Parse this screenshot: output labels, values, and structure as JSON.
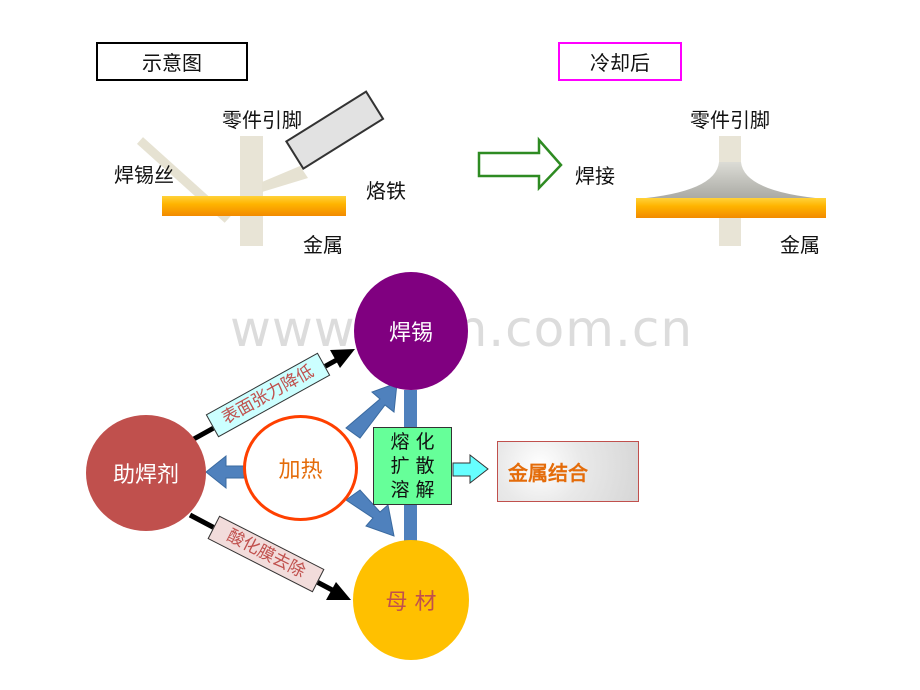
{
  "top_left": {
    "title": "示意图",
    "pin_label": "零件引脚",
    "solder_wire": "焊锡丝",
    "iron": "烙铁",
    "metal": "金属"
  },
  "top_right": {
    "title": "冷却后",
    "pin_label": "零件引脚",
    "joint": "焊接",
    "metal": "金属"
  },
  "watermark": "www.zixin.com.cn",
  "diagram": {
    "solder": "焊锡",
    "flux": "助焊剂",
    "heating": "加热",
    "base": "母 材",
    "process": [
      "熔 化",
      "扩 散",
      "溶 解"
    ],
    "result": "金属结合",
    "arrow_top": "表面张力降低",
    "arrow_bottom": "酸化膜去除"
  },
  "colors": {
    "solder_circle": "#800080",
    "flux_circle": "#c0504d",
    "base_circle": "#ffc000",
    "heating_ring": "#ff4000",
    "process_box": "#66ff99",
    "connector_blue": "#4f81bd",
    "result_arrow": "#66ffff",
    "result_text": "#e46c0a",
    "heating_text": "#e46c0a",
    "right_title_border": "#ff00ff"
  }
}
